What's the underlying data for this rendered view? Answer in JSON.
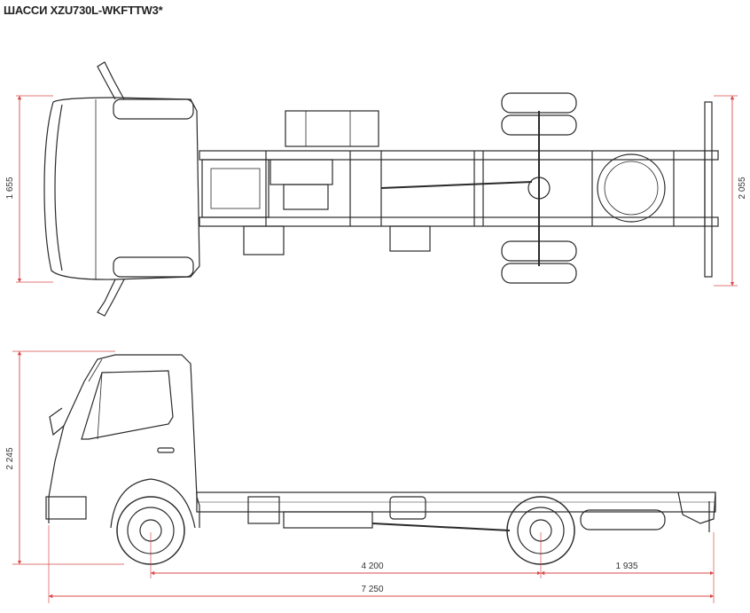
{
  "title": "ШАССИ XZU730L-WKFTTW3*",
  "colors": {
    "dimension_line": "#d84a4a",
    "drawing": "#2a2a2a",
    "background": "#ffffff"
  },
  "dimensions": {
    "top_view_cab_width": "1 655",
    "top_view_overall_width": "2 055",
    "side_view_height": "2 245",
    "wheelbase": "4 200",
    "rear_overhang": "1 935",
    "overall_length": "7 250"
  }
}
